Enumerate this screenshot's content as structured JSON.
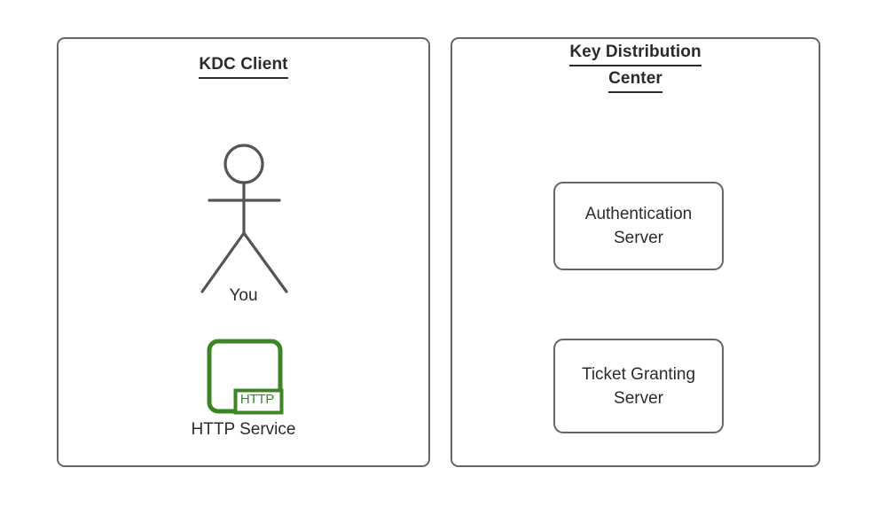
{
  "diagram": {
    "type": "kerberos-kdc-architecture",
    "background_color": "#ffffff",
    "stroke_color": "#666666",
    "text_color": "#2b2b2b",
    "accent_color": "#3d8524"
  },
  "panels": {
    "client": {
      "title_lines": [
        "KDC Client"
      ],
      "actor": {
        "icon": "stick-figure-person-icon",
        "label": "You"
      },
      "service": {
        "icon": "http-service-icon",
        "badge_text": "HTTP",
        "label": "HTTP Service",
        "color": "#3d8524"
      }
    },
    "kdc": {
      "title_lines": [
        "Key Distribution",
        "Center"
      ],
      "servers": [
        {
          "label_lines": [
            "Authentication",
            "Server"
          ]
        },
        {
          "label_lines": [
            "Ticket Granting",
            "Server"
          ]
        }
      ]
    }
  }
}
